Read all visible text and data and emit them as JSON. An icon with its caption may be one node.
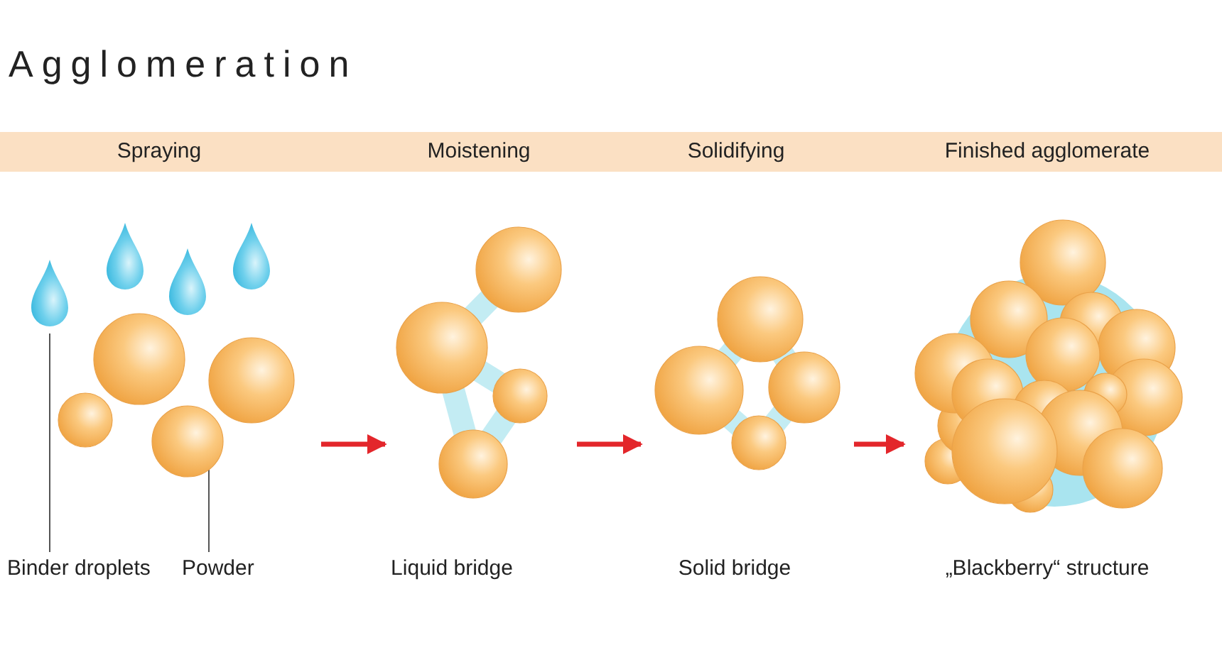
{
  "diagram": {
    "title": "Agglomeration",
    "nodes": [
      {
        "text": [
          "Spraying",
          "Moistening",
          "Solidifying",
          "Finished agglomerate"
        ]
      },
      {
        "text": [],
        "shape": "picture"
      },
      {
        "text": [],
        "shape": "picture"
      },
      {
        "text": [],
        "shape": "circle"
      },
      {
        "text": [
          "Binder droplets"
        ]
      },
      {
        "text": [
          "Powder"
        ]
      },
      {
        "text": [],
        "shape": "picture"
      },
      {
        "text": [],
        "shape": "picture"
      },
      {
        "text": [],
        "shape": "picture"
      }
    ],
    "labels": [
      "Liquid bridge",
      "Solid bridge",
      "„Blackberry“ structure"
    ],
    "edges": [
      {
        "from": 4,
        "to": 2,
        "arrow": "none",
        "color": "#555555"
      },
      {
        "from": 5,
        "to": 3,
        "arrow": "none",
        "color": "#555555"
      },
      {
        "from": 1,
        "to": 6,
        "arrow": "to"
      },
      {
        "from": 6,
        "to": 7,
        "arrow": "to"
      },
      {
        "from": 7,
        "to": 8,
        "arrow": "to"
      }
    ]
  }
}
